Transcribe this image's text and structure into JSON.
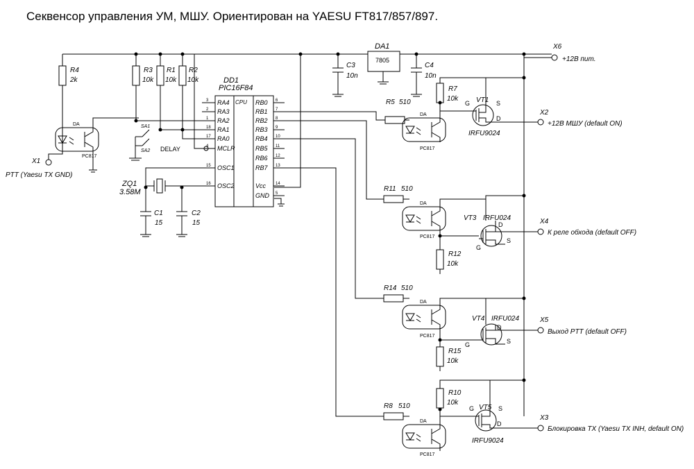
{
  "title": "Секвенсор управления УМ, МШУ. Ориентирован на YAESU FT817/857/897.",
  "mcu": {
    "ref": "DD1",
    "part": "PIC16F84",
    "core": "CPU",
    "left_pins": [
      {
        "num": "3",
        "name": "RA4"
      },
      {
        "num": "2",
        "name": "RA3"
      },
      {
        "num": "1",
        "name": "RA2"
      },
      {
        "num": "18",
        "name": "RA1"
      },
      {
        "num": "17",
        "name": "RA0"
      },
      {
        "num": "4",
        "name": "MCLR"
      },
      {
        "num": "15",
        "name": "OSC1"
      },
      {
        "num": "16",
        "name": "OSC2"
      }
    ],
    "right_pins": [
      {
        "num": "6",
        "name": "RB0"
      },
      {
        "num": "7",
        "name": "RB1"
      },
      {
        "num": "8",
        "name": "RB2"
      },
      {
        "num": "9",
        "name": "RB3"
      },
      {
        "num": "10",
        "name": "RB4"
      },
      {
        "num": "11",
        "name": "RB5"
      },
      {
        "num": "12",
        "name": "RB6"
      },
      {
        "num": "13",
        "name": "RB7"
      },
      {
        "num": "14",
        "name": "Vcc"
      },
      {
        "num": "5",
        "name": "GND"
      }
    ]
  },
  "regulator": {
    "ref": "DA1",
    "part": "7805"
  },
  "resistors": {
    "r4": {
      "ref": "R4",
      "value": "2k"
    },
    "r3": {
      "ref": "R3",
      "value": "10k"
    },
    "r1": {
      "ref": "R1",
      "value": "10k"
    },
    "r2": {
      "ref": "R2",
      "value": "10k"
    },
    "r7": {
      "ref": "R7",
      "value": "10k"
    },
    "r5": {
      "ref": "R5",
      "value": "510"
    },
    "r11": {
      "ref": "R11",
      "value": "510"
    },
    "r12": {
      "ref": "R12",
      "value": "10k"
    },
    "r14": {
      "ref": "R14",
      "value": "510"
    },
    "r15": {
      "ref": "R15",
      "value": "10k"
    },
    "r10": {
      "ref": "R10",
      "value": "10k"
    },
    "r8": {
      "ref": "R8",
      "value": "510"
    }
  },
  "capacitors": {
    "c3": {
      "ref": "C3",
      "value": "10n"
    },
    "c4": {
      "ref": "C4",
      "value": "10n"
    },
    "c1": {
      "ref": "C1",
      "value": "15"
    },
    "c2": {
      "ref": "C2",
      "value": "15"
    }
  },
  "crystal": {
    "ref": "ZQ1",
    "value": "3.58M"
  },
  "switches": {
    "sa1": "SA1",
    "sa2": "SA2",
    "label": "DELAY"
  },
  "optocouplers": {
    "da": "DA",
    "part": "PC817"
  },
  "transistors": {
    "vt1": {
      "ref": "VT1",
      "part": "IRFU9024"
    },
    "vt3": {
      "ref": "VT3",
      "part": "IRFU024"
    },
    "vt4": {
      "ref": "VT4",
      "part": "IRFU024"
    },
    "vt5": {
      "ref": "VT5",
      "part": "IRFU9024"
    },
    "g": "G",
    "d": "D",
    "s": "S"
  },
  "connectors": {
    "x1": {
      "ref": "X1",
      "label": "PTT (Yaesu TX GND)"
    },
    "x6": {
      "ref": "X6",
      "label": "+12В пит."
    },
    "x2": {
      "ref": "X2",
      "label": "+12В МШУ (default ON)"
    },
    "x4": {
      "ref": "X4",
      "label": "К реле обхода (default OFF)"
    },
    "x5": {
      "ref": "X5",
      "label": "Выход PTT (default OFF)"
    },
    "x3": {
      "ref": "X3",
      "label": "Блокировка TX (Yaesu TX INH, default ON)"
    }
  }
}
